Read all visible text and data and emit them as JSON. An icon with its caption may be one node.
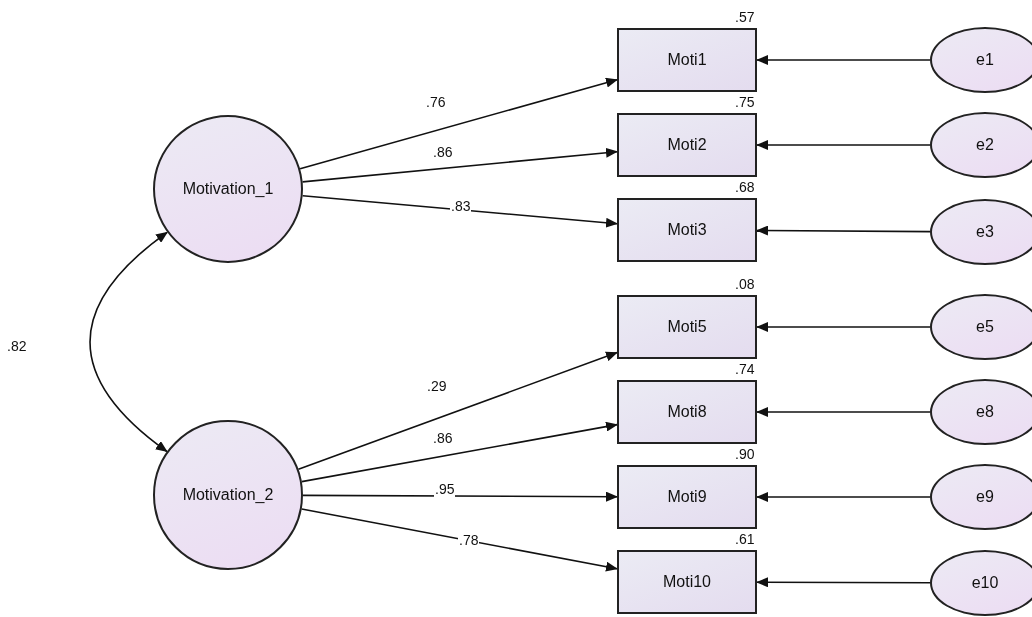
{
  "diagram": {
    "nodes": [
      {
        "text": [
          "Motivation_1"
        ]
      },
      {
        "text": [
          "Motivation_2"
        ]
      },
      {
        "text": [
          "Moti1"
        ],
        "beside": [
          ".57"
        ]
      },
      {
        "text": [
          "Moti2"
        ],
        "beside": [
          ".75"
        ]
      },
      {
        "text": [
          "Moti3"
        ],
        "beside": [
          ".68"
        ]
      },
      {
        "text": [
          "Moti5"
        ],
        "beside": [
          ".08"
        ]
      },
      {
        "text": [
          "Moti8"
        ],
        "beside": [
          ".74"
        ]
      },
      {
        "text": [
          "Moti9"
        ],
        "beside": [
          ".90"
        ]
      },
      {
        "text": [
          "Moti10"
        ],
        "beside": [
          ".61"
        ]
      },
      {
        "text": [
          "e1"
        ]
      },
      {
        "text": [
          "e2"
        ]
      },
      {
        "text": [
          "e3"
        ]
      },
      {
        "text": [
          "e5"
        ]
      },
      {
        "text": [
          "e8"
        ]
      },
      {
        "text": [
          "e9"
        ]
      },
      {
        "text": [
          "e10"
        ]
      }
    ],
    "edges": [
      {
        "from": 0,
        "to": 1,
        "arrow": "both",
        "label": ".82"
      },
      {
        "from": 0,
        "to": 2,
        "arrow": "to",
        "label": ".76"
      },
      {
        "from": 0,
        "to": 3,
        "arrow": "to",
        "label": ".86"
      },
      {
        "from": 0,
        "to": 4,
        "arrow": "to",
        "label": ".83"
      },
      {
        "from": 1,
        "to": 5,
        "arrow": "to",
        "label": ".29"
      },
      {
        "from": 1,
        "to": 6,
        "arrow": "to",
        "label": ".86"
      },
      {
        "from": 1,
        "to": 7,
        "arrow": "to",
        "label": ".95"
      },
      {
        "from": 1,
        "to": 8,
        "arrow": "to",
        "label": ".78"
      },
      {
        "from": 9,
        "to": 2,
        "arrow": "to"
      },
      {
        "from": 10,
        "to": 3,
        "arrow": "to"
      },
      {
        "from": 11,
        "to": 4,
        "arrow": "to"
      },
      {
        "from": 12,
        "to": 5,
        "arrow": "to"
      },
      {
        "from": 13,
        "to": 6,
        "arrow": "to"
      },
      {
        "from": 14,
        "to": 7,
        "arrow": "to"
      },
      {
        "from": 15,
        "to": 8,
        "arrow": "to"
      }
    ]
  }
}
